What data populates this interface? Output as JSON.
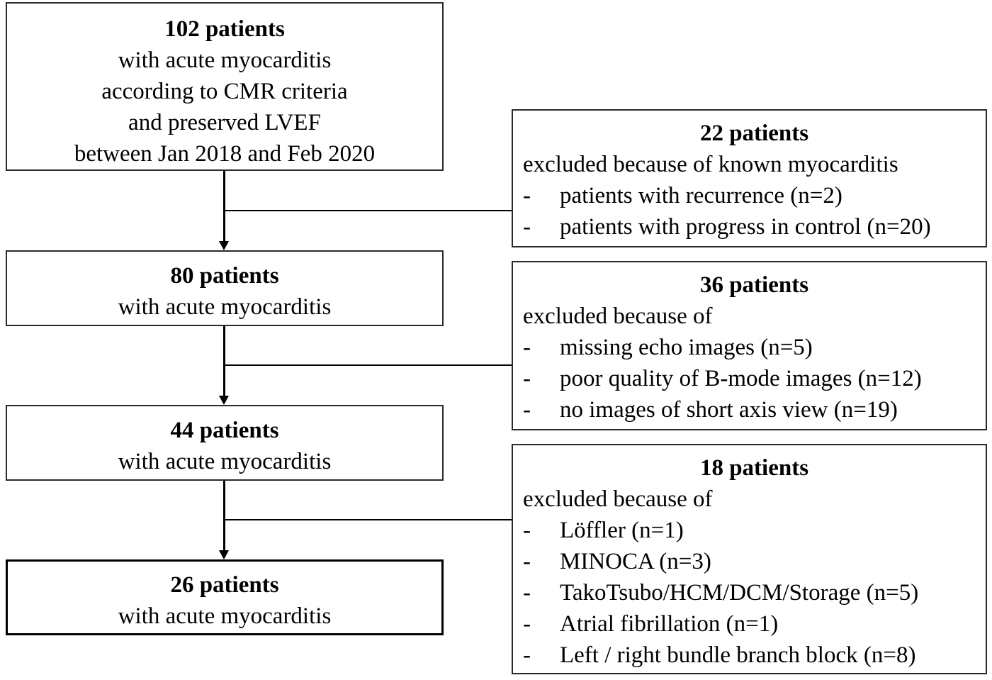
{
  "flow": [
    {
      "title": "102 patients",
      "lines": [
        "with acute myocarditis",
        "according to CMR criteria",
        "and preserved LVEF",
        "between Jan 2018 and Feb 2020"
      ]
    },
    {
      "title": "80 patients",
      "lines": [
        "with acute myocarditis"
      ]
    },
    {
      "title": "44 patients",
      "lines": [
        "with acute myocarditis"
      ]
    },
    {
      "title": "26 patients",
      "lines": [
        "with acute myocarditis"
      ]
    }
  ],
  "exclusions": [
    {
      "title": "22 patients",
      "subtitle": "excluded because of known myocarditis",
      "items": [
        "patients with recurrence (n=2)",
        "patients with progress in control (n=20)"
      ]
    },
    {
      "title": "36 patients",
      "subtitle": "excluded because of",
      "items": [
        "missing echo images (n=5)",
        "poor quality of B-mode images (n=12)",
        "no images of short axis view (n=19)"
      ]
    },
    {
      "title": "18 patients",
      "subtitle": "excluded because of",
      "items": [
        "Löffler (n=1)",
        "MINOCA (n=3)",
        "TakoTsubo/HCM/DCM/Storage (n=5)",
        "Atrial fibrillation (n=1)",
        "Left / right bundle branch block (n=8)"
      ]
    }
  ],
  "bullet": "-"
}
